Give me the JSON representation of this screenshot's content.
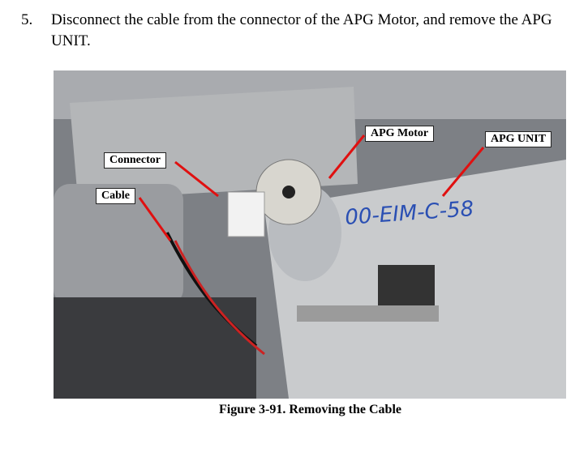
{
  "step": {
    "number": "5.",
    "line1": "Disconnect the cable from the connector of the APG Motor, and remove the APG",
    "line2": "UNIT."
  },
  "figure": {
    "labels": {
      "apg_motor": "APG Motor",
      "apg_unit": "APG UNIT",
      "connector": "Connector",
      "cable": "Cable"
    },
    "handwriting": "00-EIM-C-58",
    "caption": "Figure 3-91.  Removing the Cable"
  }
}
